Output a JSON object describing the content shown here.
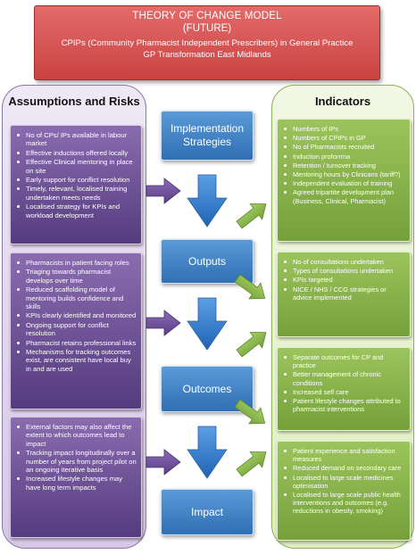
{
  "header": {
    "title_line1": "THEORY OF CHANGE MODEL",
    "title_line2": "(FUTURE)",
    "subtitle_line1": "CPIPs (Community Pharmacist Independent Prescribers) in General Practice",
    "subtitle_line2": "GP Transformation East Midlands"
  },
  "assumptions": {
    "title": "Assumptions  and Risks",
    "groups": [
      {
        "items": [
          "No of CPs/ IPs available in labour market",
          "Effective inductions offered locally",
          "Effective Clinical mentoring in place on site",
          "Early support for conflict resolution",
          "Timely, relevant, localised training undertaken meets needs",
          "Localised strategy for KPIs and workload development"
        ]
      },
      {
        "items": [
          "Pharmacists in patient facing roles",
          "Triaging towards pharmacist develops over time",
          "Reduced scaffolding model of mentoring builds confidence and skills",
          "KPIs clearly identified and monitored",
          "Ongoing support for conflict resolution",
          "Pharmacist retains professional links",
          "Mechanisms for tracking outcomes exist, are consistent have local buy in and are used"
        ]
      },
      {
        "items": [
          "External factors may also affect the extent to which outcomes lead to impact",
          "Tracking impact longitudinally over a number of years from project pilot on an ongoing iterative basis",
          "Increased lifestyle changes may have long term  impacts"
        ]
      }
    ]
  },
  "stages": [
    {
      "label": "Implementation Strategies"
    },
    {
      "label": "Outputs"
    },
    {
      "label": "Outcomes"
    },
    {
      "label": "Impact"
    }
  ],
  "indicators": {
    "title": "Indicators",
    "groups": [
      {
        "items": [
          "Numbers of IPs",
          "Numbers of CPIPs in GP",
          "No of Pharmacists recruited",
          "Induction proforrma",
          "Retention / turnover tracking",
          "Mentoring hours by Clinicans (tariff?)",
          "Independent  evaluation of training",
          "Agreed  tripartite development plan (Business, Clinical, Pharmacist)"
        ]
      },
      {
        "items": [
          "No of consultations undertaken",
          "Types of consultations undertaken",
          "KPIs targeted",
          "NICE / NHS / CCG strategies or advice implemented"
        ]
      },
      {
        "items": [
          "Separate outcomes for CP and practice",
          "Better  management  of chronic conditions",
          "Increased self care",
          "Patient lifestyle changes attributed to pharmacist interventions"
        ]
      },
      {
        "items": [
          "Patient experience and satisfaction measures",
          "Reduced demand on secondary care",
          "Localised to large scale medicines optimisation",
          "Localised to large scale public health interventions and outcomes  (e.g. reductions in obesity, smoking)"
        ]
      }
    ]
  },
  "colors": {
    "title_red": "#d65353",
    "purple": "#6a4f94",
    "blue": "#3f82c8",
    "green": "#8cb84e"
  }
}
